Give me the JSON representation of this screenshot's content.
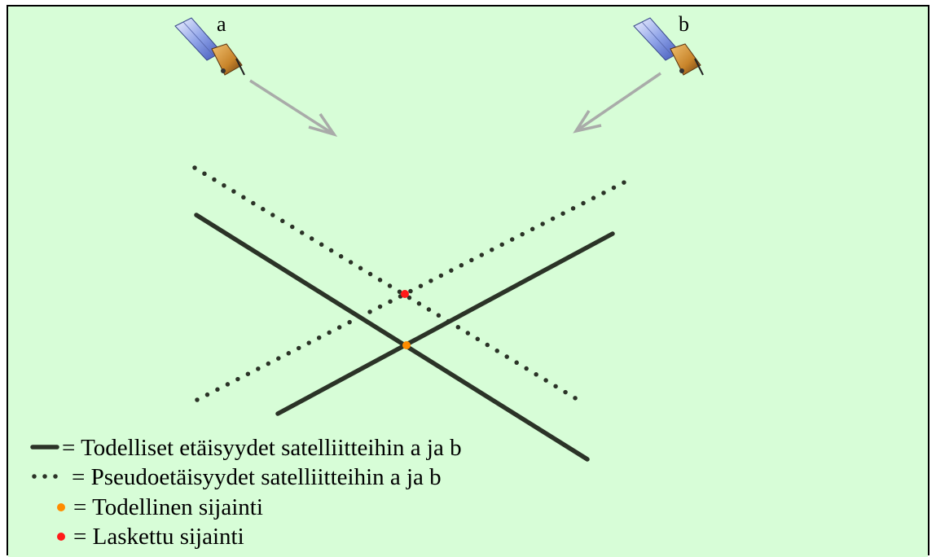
{
  "satellites": [
    {
      "label": "a"
    },
    {
      "label": "b"
    }
  ],
  "legend": [
    {
      "symbol": "solid-line",
      "text": "= Todelliset etäisyydet satelliitteihin a ja b"
    },
    {
      "symbol": "dotted-line",
      "text": "= Pseudoetäisyydet satelliitteihin a ja b"
    },
    {
      "symbol": "orange-dot",
      "text": "= Todellinen sijainti"
    },
    {
      "symbol": "red-dot",
      "text": "= Laskettu sijainti"
    }
  ],
  "colors": {
    "background": "#d7fdd7",
    "frame": "#000000",
    "true_range_line": "#2b3327",
    "pseudo_range_line": "#2b3327",
    "arrow": "#a9aba9",
    "true_position": "#ff8c00",
    "computed_position": "#ff1a1a",
    "solar_panel": "#8fa3e8",
    "satellite_body": "#c8842a"
  },
  "icons": [
    "satellite-icon",
    "arrow-icon"
  ]
}
